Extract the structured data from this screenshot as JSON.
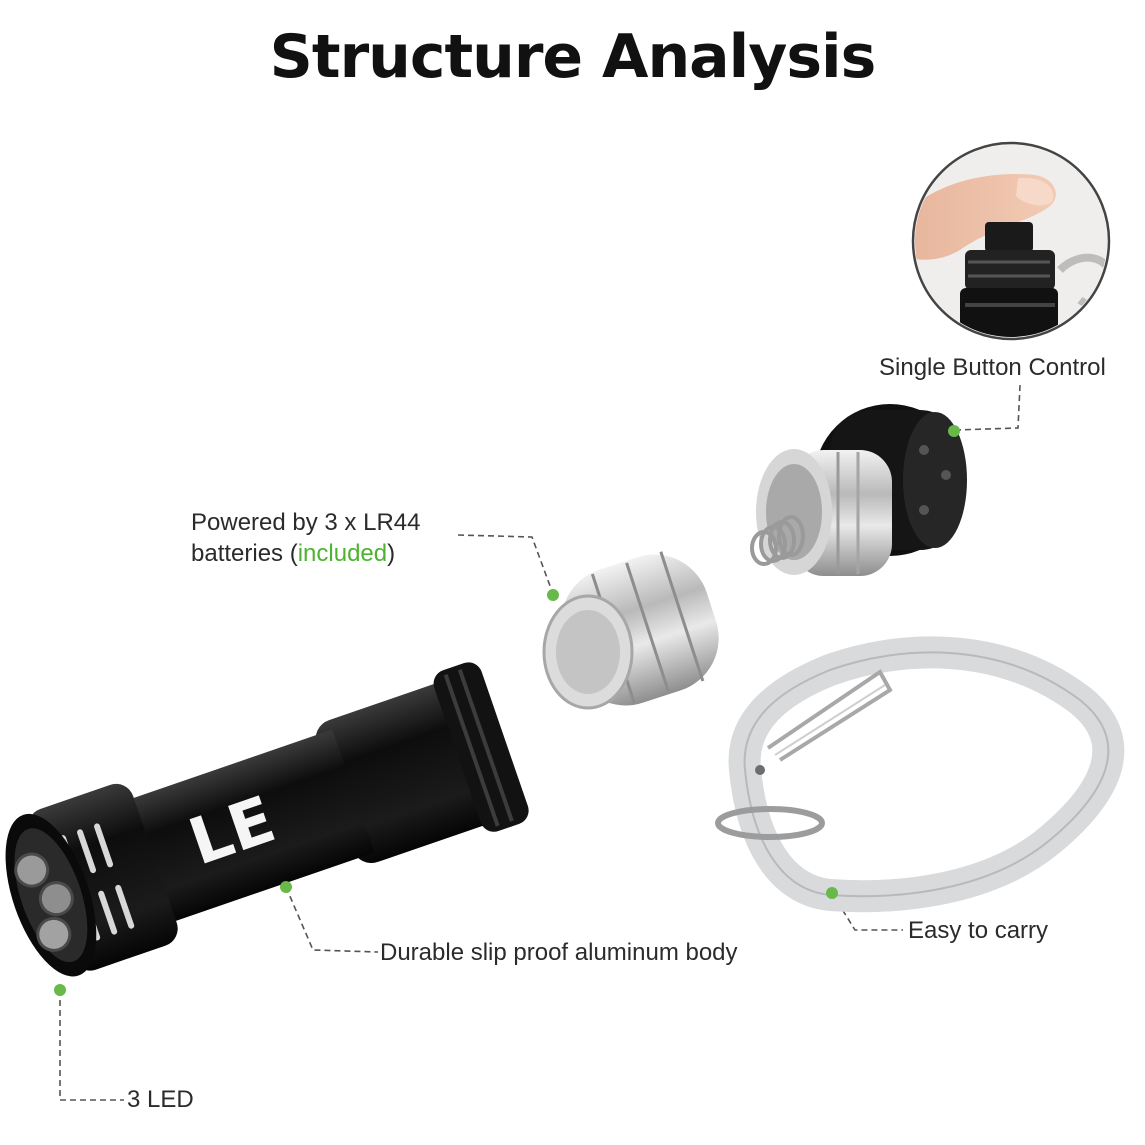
{
  "title": "Structure Analysis",
  "colors": {
    "accent_dot": "#68b84a",
    "highlight_text": "#4db330",
    "leader_line": "#555555",
    "flashlight_body": "#141414",
    "battery_silver": "#c9c9c9",
    "carabiner": "#d9dadc"
  },
  "product": {
    "logo_text": "LE"
  },
  "callouts": {
    "button": {
      "label": "Single Button Control"
    },
    "battery": {
      "line1": "Powered by 3 x LR44",
      "line2_prefix": "batteries (",
      "line2_highlight": "included",
      "line2_suffix": ")"
    },
    "body": {
      "label": "Durable slip proof aluminum body"
    },
    "carry": {
      "label": "Easy to carry"
    },
    "led": {
      "label": "3 LED"
    }
  },
  "icons": {
    "callout_dot": "green-dot-icon",
    "inset": "finger-pressing-button-illustration"
  }
}
